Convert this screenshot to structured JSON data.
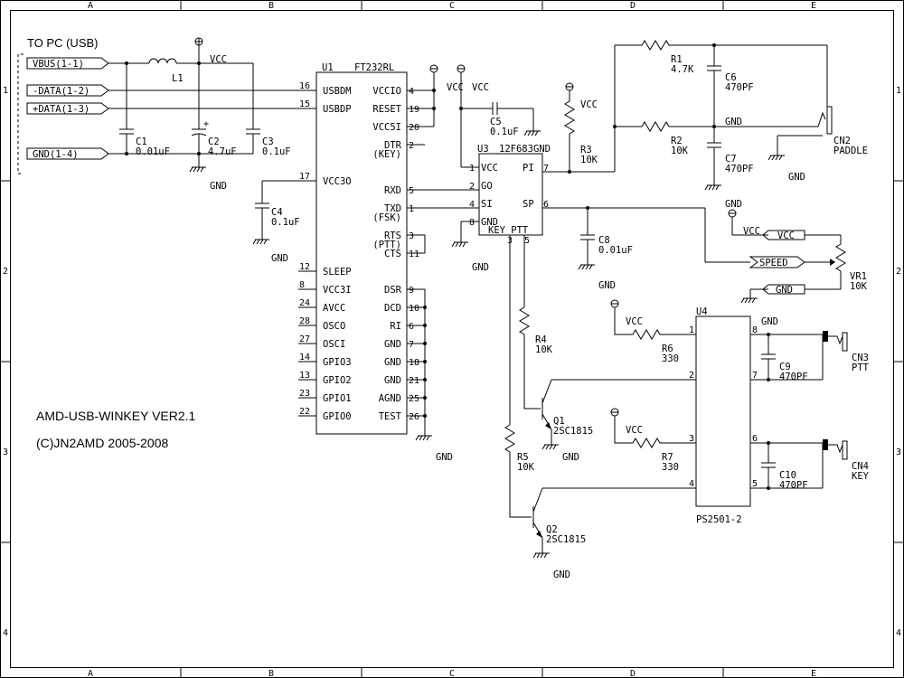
{
  "frame": {
    "cols": [
      "A",
      "B",
      "C",
      "D",
      "E"
    ],
    "rows": [
      "1",
      "2",
      "3",
      "4"
    ]
  },
  "header": {
    "to_pc": "TO PC (USB)"
  },
  "usb_ports": [
    "VBUS(1-1)",
    "-DATA(1-2)",
    "+DATA(1-3)",
    "GND(1-4)"
  ],
  "components": {
    "L1": "L1",
    "C1": {
      "ref": "C1",
      "val": "0.01uF"
    },
    "C2": {
      "ref": "C2",
      "val": "4.7uF"
    },
    "C3": {
      "ref": "C3",
      "val": "0.1uF"
    },
    "C4": {
      "ref": "C4",
      "val": "0.1uF"
    },
    "C5": {
      "ref": "C5",
      "val": "0.1uF"
    },
    "C6": {
      "ref": "C6",
      "val": "470PF"
    },
    "C7": {
      "ref": "C7",
      "val": "470PF"
    },
    "C8": {
      "ref": "C8",
      "val": "0.01uF"
    },
    "C9": {
      "ref": "C9",
      "val": "470PF"
    },
    "C10": {
      "ref": "C10",
      "val": "470PF"
    },
    "R1": {
      "ref": "R1",
      "val": "4.7K"
    },
    "R2": {
      "ref": "R2",
      "val": "10K"
    },
    "R3": {
      "ref": "R3",
      "val": "10K"
    },
    "R4": {
      "ref": "R4",
      "val": "10K"
    },
    "R5": {
      "ref": "R5",
      "val": "10K"
    },
    "R6": {
      "ref": "R6",
      "val": "330"
    },
    "R7": {
      "ref": "R7",
      "val": "330"
    },
    "Q1": {
      "ref": "Q1",
      "val": "2SC1815"
    },
    "Q2": {
      "ref": "Q2",
      "val": "2SC1815"
    },
    "VR1": {
      "ref": "VR1",
      "val": "10K"
    },
    "U1": {
      "ref": "U1",
      "val": "FT232RL"
    },
    "U3": {
      "ref": "U3",
      "val": "12F683"
    },
    "U4": {
      "ref": "U4",
      "val": "PS2501-2"
    },
    "CN2": {
      "ref": "CN2",
      "val": "PADDLE"
    },
    "CN3": {
      "ref": "CN3",
      "val": "PTT"
    },
    "CN4": {
      "ref": "CN4",
      "val": "KEY"
    }
  },
  "u1_left": [
    {
      "n": "16",
      "name": "USBDM"
    },
    {
      "n": "15",
      "name": "USBDP"
    },
    {
      "n": "17",
      "name": "VCC3O"
    },
    {
      "n": "12",
      "name": "SLEEP"
    },
    {
      "n": "8",
      "name": "VCC3I"
    },
    {
      "n": "24",
      "name": "AVCC"
    },
    {
      "n": "28",
      "name": "OSCO"
    },
    {
      "n": "27",
      "name": "OSCI"
    },
    {
      "n": "14",
      "name": "GPIO3"
    },
    {
      "n": "13",
      "name": "GPIO2"
    },
    {
      "n": "23",
      "name": "GPIO1"
    },
    {
      "n": "22",
      "name": "GPIO0"
    }
  ],
  "u1_right": [
    {
      "n": "4",
      "name": "VCCIO"
    },
    {
      "n": "19",
      "name": "RESET"
    },
    {
      "n": "20",
      "name": "VCC5I"
    },
    {
      "n": "2",
      "name": "DTR"
    },
    {
      "n": "",
      "name": "(KEY)"
    },
    {
      "n": "5",
      "name": "RXD"
    },
    {
      "n": "1",
      "name": "TXD"
    },
    {
      "n": "",
      "name": "(FSK)"
    },
    {
      "n": "3",
      "name": "RTS"
    },
    {
      "n": "",
      "name": "(PTT)"
    },
    {
      "n": "11",
      "name": "CTS"
    },
    {
      "n": "9",
      "name": "DSR"
    },
    {
      "n": "10",
      "name": "DCD"
    },
    {
      "n": "6",
      "name": "RI"
    },
    {
      "n": "7",
      "name": "GND"
    },
    {
      "n": "18",
      "name": "GND"
    },
    {
      "n": "21",
      "name": "GND"
    },
    {
      "n": "25",
      "name": "AGND"
    },
    {
      "n": "26",
      "name": "TEST"
    }
  ],
  "u3_pins": {
    "vcc": "VCC",
    "gp0": "GO",
    "si": "SI",
    "gnd": "GND",
    "pi": "PI",
    "sp": "SP",
    "key_ptt": "KEY PTT",
    "n1": "1",
    "n2": "2",
    "n4": "4",
    "n8": "8",
    "n7": "7",
    "n6": "6",
    "n3": "3",
    "n5": "5"
  },
  "u4_pins": [
    "1",
    "2",
    "3",
    "4",
    "8",
    "7",
    "6",
    "5"
  ],
  "nets": {
    "vcc": "VCC",
    "gnd": "GND",
    "speed": "SPEED"
  },
  "notes": {
    "title": "AMD-USB-WINKEY VER2.1",
    "copyright": "(C)JN2AMD 2005-2008"
  }
}
